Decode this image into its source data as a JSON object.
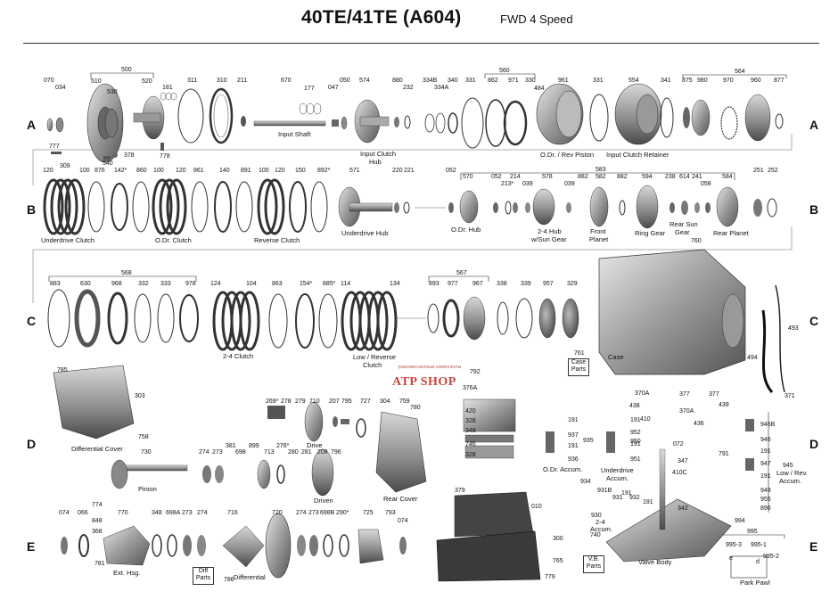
{
  "header": {
    "title": "40TE/41TE (A604)",
    "subtitle": "FWD 4 Speed"
  },
  "rows": {
    "a": "A",
    "b": "B",
    "c": "C",
    "d": "D",
    "e": "E"
  },
  "watermark": {
    "logo_text": "ATP SHOP",
    "tagline": "трансмиссионные компоненты"
  },
  "group_numbers": {
    "g500": "500",
    "g560": "560",
    "g564": "564",
    "g583": "583",
    "g568": "568",
    "g567": "567",
    "g945": "945",
    "g995": "995"
  },
  "parts": {
    "p070": "070",
    "p034": "034",
    "p510": "510",
    "p530": "530",
    "p520": "520",
    "p181": "181",
    "p311": "311",
    "p310": "310",
    "p211": "211",
    "p670": "670",
    "p177": "177",
    "p047": "047",
    "p050": "050",
    "p574": "574",
    "p880": "880",
    "p232": "232",
    "p334B": "334B",
    "p334A": "334A",
    "p340": "340",
    "p331a": "331",
    "p862": "862",
    "p971": "971",
    "p330": "330",
    "p484": "484",
    "p961": "961",
    "p331b": "331",
    "p554": "554",
    "p341": "341",
    "p875": "875",
    "p980": "980",
    "p970": "970",
    "p960": "960",
    "p877": "877",
    "p777": "777",
    "p378": "378",
    "p540": "540",
    "p309": "309",
    "p778": "778",
    "p120a": "120",
    "p100a": "100",
    "p876": "876",
    "p142": "142*",
    "p860": "860",
    "p100b": "100",
    "p120b": "120",
    "p861": "861",
    "p140": "140",
    "p891": "891",
    "p100c": "100",
    "p120c": "120",
    "p150": "150",
    "p892": "892*",
    "p571": "571",
    "p220": "220",
    "p221": "221",
    "p052a": "052",
    "p570": "570",
    "p052b": "052",
    "p214": "214",
    "p213": "213*",
    "p039a": "039",
    "p578": "578",
    "p039b": "039",
    "p882a": "882",
    "p582": "582",
    "p882b": "882",
    "p594": "594",
    "p238": "238",
    "p614": "614",
    "p241": "241",
    "p058": "058",
    "p584": "584",
    "p251": "251",
    "p252": "252",
    "p883": "883",
    "p630": "630",
    "p968": "968",
    "p332": "332",
    "p333": "333",
    "p978": "978",
    "p124": "124",
    "p104": "104",
    "p863": "863",
    "p154": "154*",
    "p885": "885*",
    "p114": "114",
    "p134": "134",
    "p893": "893",
    "p977": "977",
    "p967": "967",
    "p338": "338",
    "p339": "339",
    "p957": "957",
    "p329": "329",
    "p760": "760",
    "p493": "493",
    "p494": "494",
    "p371": "371",
    "p761": "761",
    "p785": "785",
    "p303": "303",
    "p758": "758",
    "p792": "792",
    "p376A": "376A",
    "p370Aa": "370A",
    "p377a": "377",
    "p438": "438",
    "p377b": "377",
    "p439": "439",
    "p410": "410",
    "p370Ab": "370A",
    "p436": "436",
    "p269": "269*",
    "p278": "278",
    "p279": "279",
    "p710": "710",
    "p207": "207",
    "p795": "795",
    "p727": "727",
    "p304": "304",
    "p759": "759",
    "p780": "780",
    "p420": "420",
    "p348a": "348",
    "p746": "746",
    "p328a": "328",
    "p328b": "328",
    "p191a": "191",
    "p937": "937",
    "p191b": "191",
    "p936": "936",
    "p191c": "191",
    "p952": "952",
    "p191d": "191",
    "p951": "951",
    "p935": "935",
    "p950": "950",
    "p072": "072",
    "p946B": "946B",
    "p946": "946",
    "p191e": "191",
    "p947": "947",
    "p191f": "191",
    "p949": "949",
    "p955": "955",
    "p896": "896",
    "p730": "730",
    "p274a": "274",
    "p273a": "273",
    "p381": "381",
    "p698a": "698",
    "p899": "899",
    "p713": "713",
    "p276": "276*",
    "p280": "280",
    "p281": "281",
    "p208": "208",
    "p796": "796",
    "p347": "347",
    "p410C": "410C",
    "p791": "791",
    "p379": "379",
    "p010": "010",
    "p934": "934",
    "p931B": "931B",
    "p931": "931",
    "p191g": "191",
    "p932": "932",
    "p191h": "191",
    "p342": "342",
    "p994": "994",
    "p930": "930",
    "p740": "740",
    "p074a": "074",
    "p066": "066",
    "p770": "770",
    "p774": "774",
    "p848": "848",
    "p368": "368",
    "p781": "781",
    "p348b": "348",
    "p698Aa": "698A",
    "p273b": "273",
    "p274b": "274",
    "p716": "716",
    "p720": "720",
    "p274c": "274",
    "p273c": "273",
    "p698B": "698B",
    "p290": "290*",
    "p725": "725",
    "p793": "793",
    "p074b": "074",
    "p786": "786",
    "p300": "300",
    "p765": "765",
    "p779": "779",
    "p995_3": "995-3",
    "p995_1": "995-1",
    "p995_2": "995-2"
  },
  "captions": {
    "input_shaft": "Input Shaft",
    "input_clutch_hub_1": "Input Clutch",
    "input_clutch_hub_2": "Hub",
    "odr_rev_piston": "O.Dr. / Rev Piston",
    "input_clutch_retainer": "Input Clutch Retainer",
    "underdrive_clutch": "Underdrive Clutch",
    "odr_clutch": "O.Dr. Clutch",
    "reverse_clutch": "Reverse Clutch",
    "underdrive_hub": "Underdrive Hub",
    "odr_hub": "O.Dr. Hub",
    "hub24_1": "2-4 Hub",
    "hub24_2": "w/Sun Gear",
    "front_planet_1": "Front",
    "front_planet_2": "Planet",
    "ring_gear": "Ring Gear",
    "rear_sun_1": "Rear Sun",
    "rear_sun_2": "Gear",
    "rear_planet": "Rear Planet",
    "clutch24": "2-4 Clutch",
    "lowrev_1": "Low / Reverse",
    "lowrev_2": "Clutch",
    "case": "Case",
    "case_parts_1": "Case",
    "case_parts_2": "Parts",
    "differential_cover": "Differential Cover",
    "drive": "Drive",
    "driven": "Driven",
    "rear_cover": "Rear Cover",
    "pinion": "Pinion",
    "odr_accum_1": "O.Dr. Accum.",
    "ud_accum_1": "Underdrive",
    "ud_accum_2": "Accum.",
    "lowrev_accum_1": "Low / Rev.",
    "lowrev_accum_2": "Accum.",
    "accum24_1": "2-4",
    "accum24_2": "Accum.",
    "valve_body": "Valve Body",
    "vb_parts_1": "V.B.",
    "vb_parts_2": "Parts",
    "ext_hsg": "Ext. Hsg.",
    "differential": "Differential",
    "diff_parts_1": "Diff",
    "diff_parts_2": "Parts",
    "park_pawl": "Park Pawl",
    "pawl_a": "e",
    "pawl_b": "d"
  }
}
